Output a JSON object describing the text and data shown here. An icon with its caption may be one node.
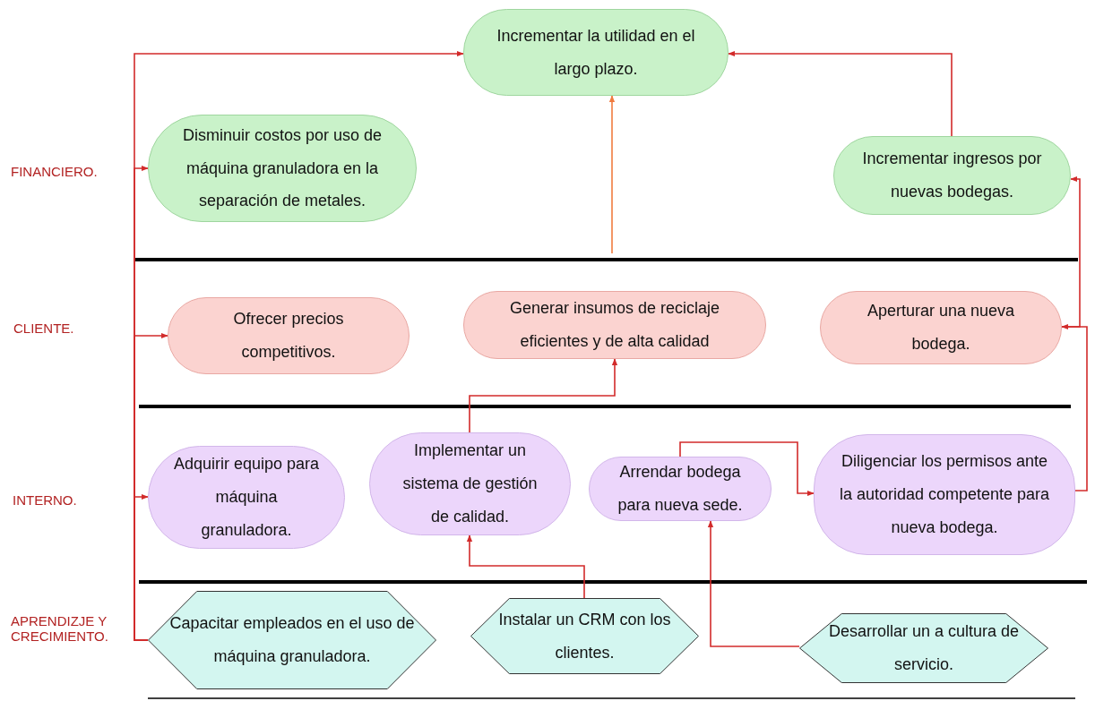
{
  "diagram": {
    "nodes": [
      {
        "text": [
          "Incrementar la utilidad en el largo plazo."
        ]
      },
      {
        "text": [
          "Disminuir costos por uso de máquina granuladora en la separación de metales."
        ]
      },
      {
        "text": [
          "Incrementar ingresos por nuevas bodegas."
        ]
      },
      {
        "text": [
          "Ofrecer precios competitivos."
        ]
      },
      {
        "text": [
          "Generar insumos de reciclaje eficientes y de alta calidad"
        ]
      },
      {
        "text": [
          "Aperturar una nueva bodega."
        ]
      },
      {
        "text": [
          "Adquirir equipo para máquina granuladora."
        ]
      },
      {
        "text": [
          "Implementar un sistema de gestión de calidad."
        ]
      },
      {
        "text": [
          "Arrendar bodega para nueva sede."
        ]
      },
      {
        "text": [
          "Diligenciar los permisos ante la autoridad competente para nueva bodega."
        ]
      },
      {
        "text": [
          "Capacitar empleados en el uso de máquina granuladora."
        ]
      },
      {
        "text": [
          "Instalar un CRM con los clientes."
        ]
      },
      {
        "text": [
          "Desarrollar un a cultura de servicio."
        ]
      }
    ],
    "edges": [
      {
        "from": 10,
        "to": 0,
        "arrow": "to"
      },
      {
        "from": 10,
        "to": 1,
        "arrow": "to"
      },
      {
        "from": 10,
        "to": 3,
        "arrow": "to"
      },
      {
        "from": 10,
        "to": 6,
        "arrow": "to"
      },
      {
        "from": null,
        "to": 0,
        "arrow": "to",
        "color": "#f07b3f"
      },
      {
        "from": 2,
        "to": 0,
        "arrow": "to"
      },
      {
        "from": 9,
        "to": 5,
        "arrow": "to"
      },
      {
        "from": 5,
        "to": 2,
        "arrow": "to"
      },
      {
        "from": 7,
        "to": 4,
        "arrow": "to"
      },
      {
        "from": 11,
        "to": 7,
        "arrow": "to"
      },
      {
        "from": 12,
        "to": 8,
        "arrow": "to"
      },
      {
        "from": 8,
        "to": 9,
        "arrow": "to"
      }
    ],
    "labels": [
      "FINANCIERO.",
      "CLIENTE.",
      "INTERNO.",
      "APRENDIZJE Y CRECIMIENTO."
    ]
  }
}
